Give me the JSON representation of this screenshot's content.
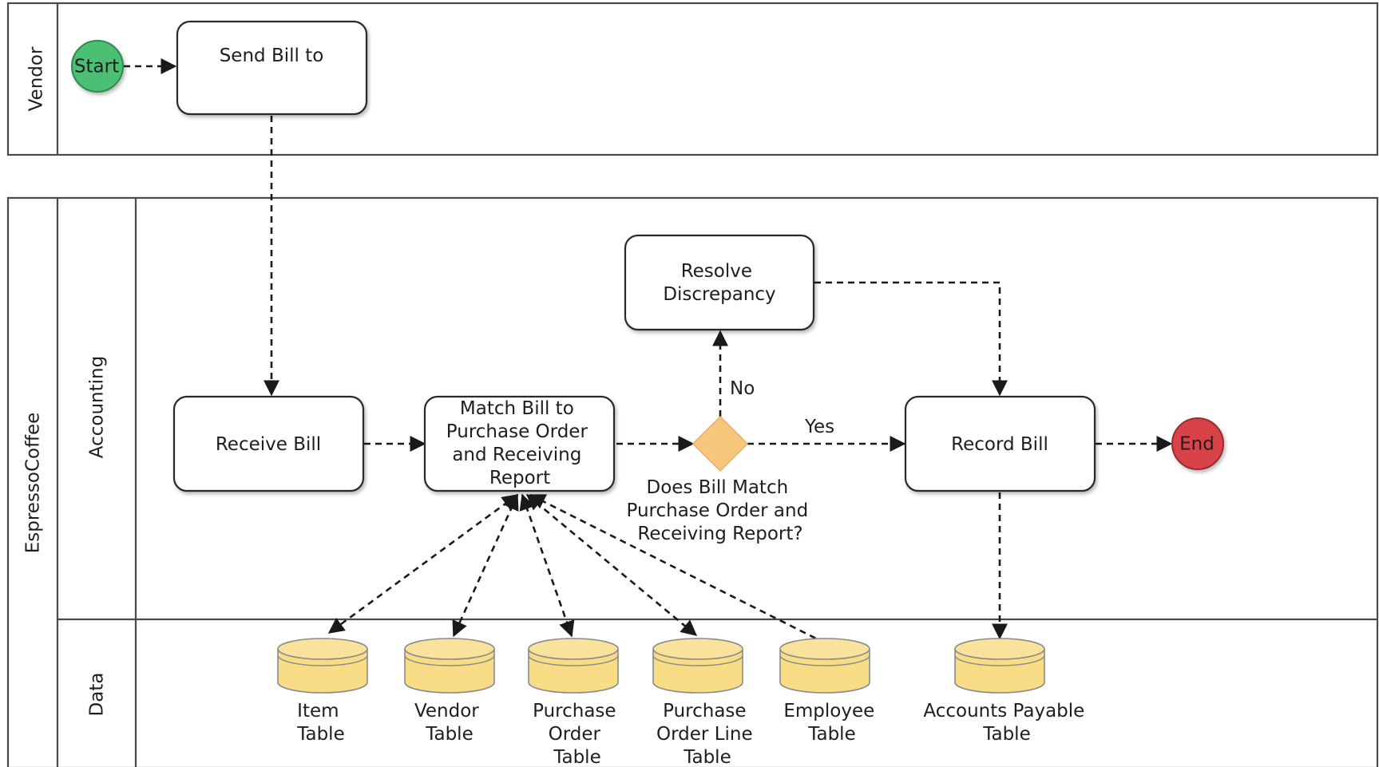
{
  "lanes": {
    "vendor": "Vendor",
    "company": "EspressoCoffee",
    "accounting": "Accounting",
    "data": "Data"
  },
  "events": {
    "start": "Start",
    "end": "End"
  },
  "tasks": {
    "send_bill": [
      "Send Bill to"
    ],
    "receive_bill": [
      "Receive Bill"
    ],
    "match_bill": [
      "Match Bill to",
      "Purchase Order",
      "and Receiving",
      "Report"
    ],
    "resolve": [
      "Resolve",
      "Discrepancy"
    ],
    "record_bill": [
      "Record Bill"
    ]
  },
  "gateway": {
    "question": [
      "Does Bill Match",
      "Purchase Order and",
      "Receiving Report?"
    ],
    "no_label": "No",
    "yes_label": "Yes"
  },
  "data_stores": {
    "item": [
      "Item",
      "Table"
    ],
    "vendor": [
      "Vendor",
      "Table"
    ],
    "purchase_order": [
      "Purchase",
      "Order",
      "Table"
    ],
    "po_line": [
      "Purchase",
      "Order Line",
      "Table"
    ],
    "employee": [
      "Employee",
      "Table"
    ],
    "accounts_payable": [
      "Accounts Payable",
      "Table"
    ]
  },
  "colors": {
    "start_event": "#4bbf73",
    "end_event": "#d9434a",
    "gateway": "#f8c77e",
    "data_store": "#f9dd86",
    "line": "#1a1a1a"
  }
}
